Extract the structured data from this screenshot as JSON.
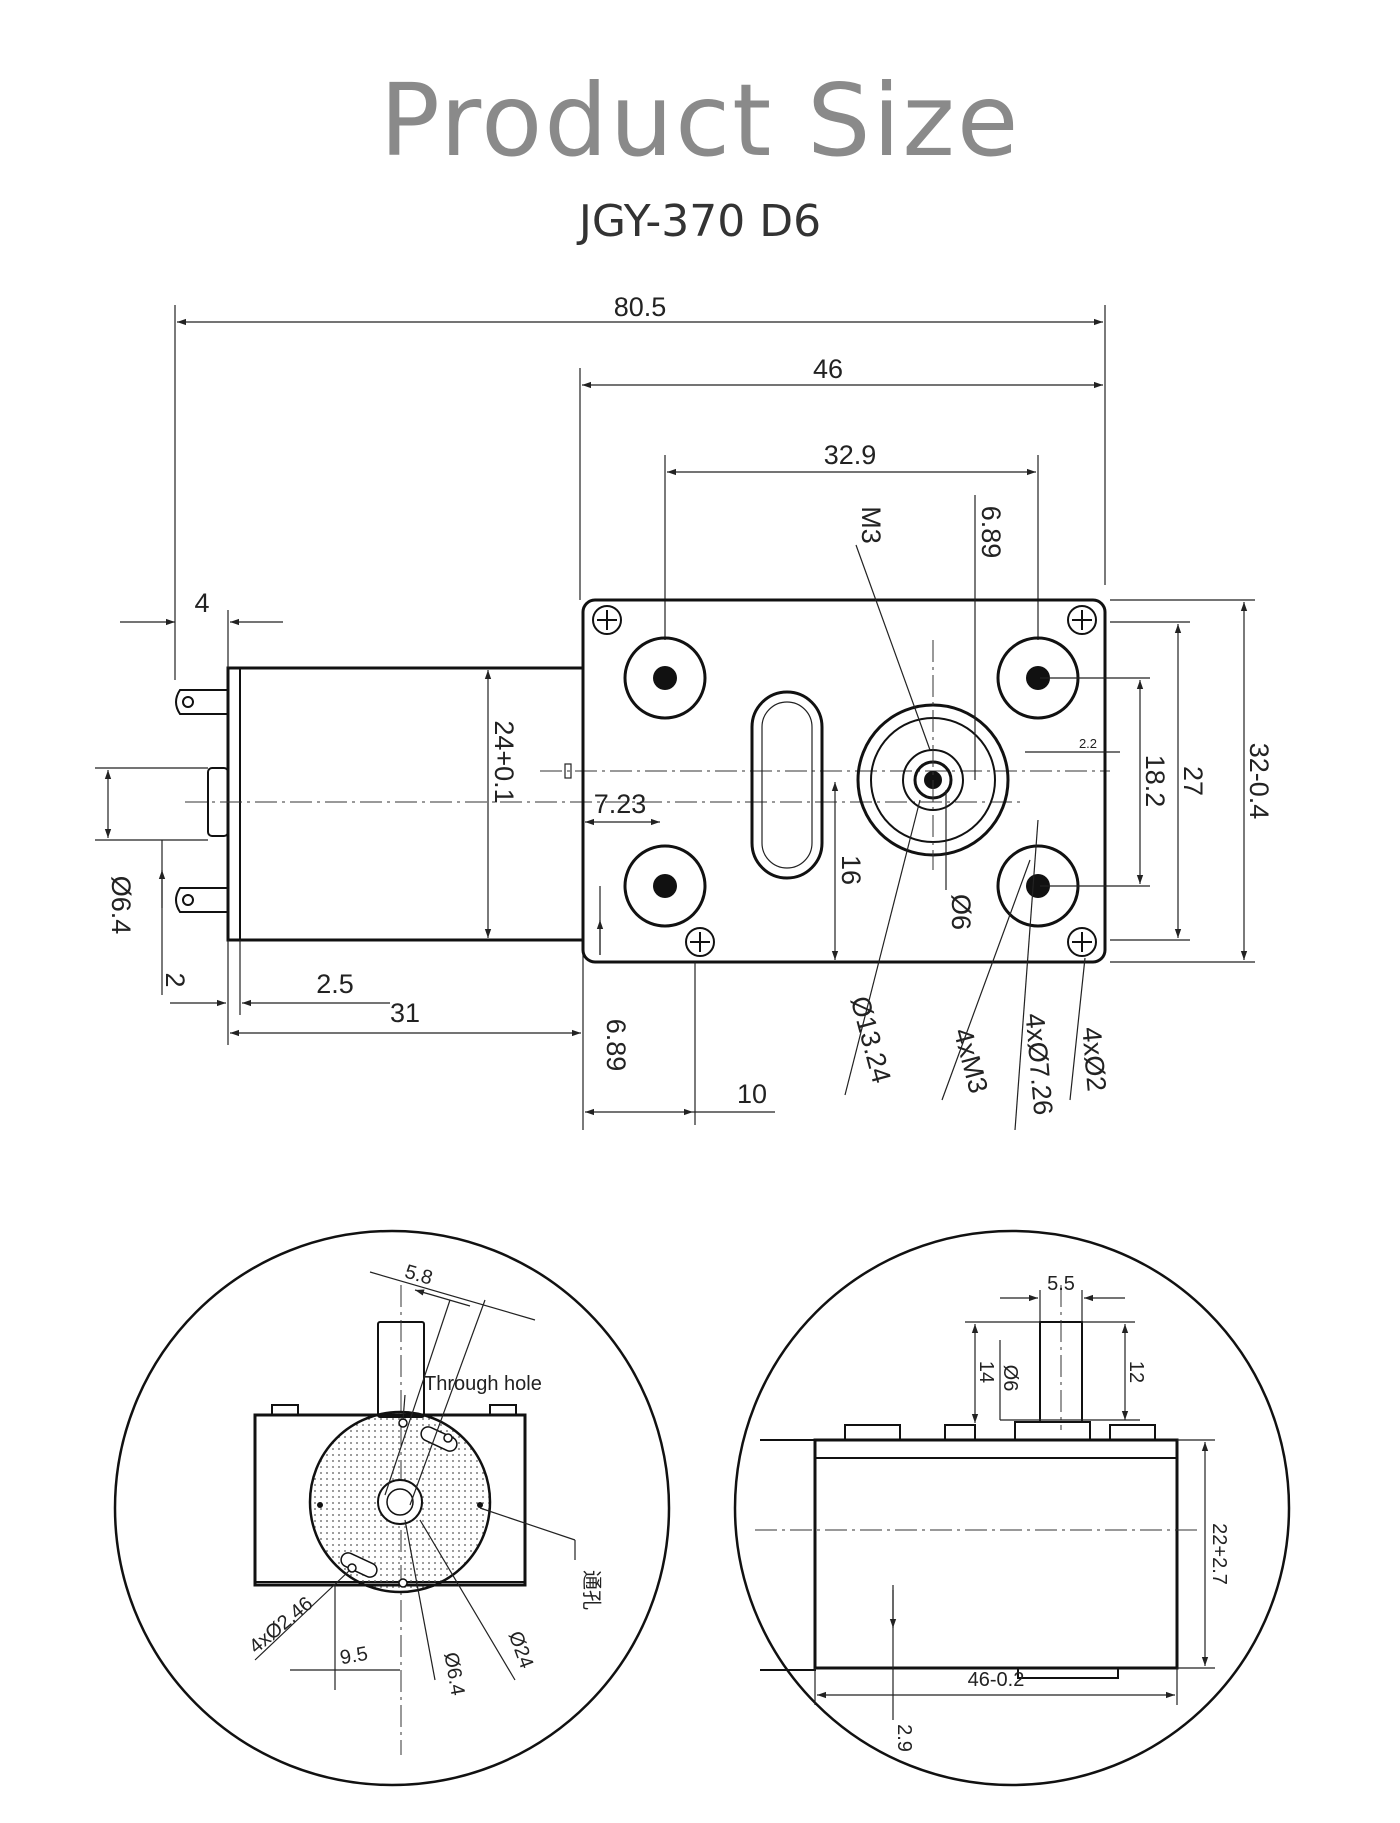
{
  "header": {
    "title": "Product Size",
    "model": "JGY-370 D6"
  },
  "top_view": {
    "overall_length": "80.5",
    "gearbox_length": "46",
    "mount_hole_spacing_x": "32.9",
    "m3_label": "M3",
    "offset_689_top": "6.89",
    "terminal_width": "4",
    "motor_diameter": "24+0.1",
    "dim_723": "7.23",
    "dim_16": "16",
    "shaft_d6_label": "Ø6",
    "dim_22": "2.2",
    "dim_182": "18.2",
    "dim_27": "27",
    "width_total": "32-0.4",
    "boss_d64": "Ø6.4",
    "dim_2": "2",
    "dim_25": "2.5",
    "motor_length": "31",
    "offset_689_bottom": "6.89",
    "dim_10": "10",
    "boss_diameter": "Ø13.24",
    "screws_4xm3": "4xM3",
    "holes_4x726": "4xØ7.26",
    "holes_4x2": "4xØ2"
  },
  "end_view": {
    "dim_58": "5.8",
    "through_hole_label": "Through hole",
    "through_hole_cn": "通孔",
    "holes_4x246": "4xØ2.46",
    "dim_95": "9.5",
    "boss_d64": "Ø6.4",
    "d24": "Ø24"
  },
  "side_view": {
    "dim_55": "5.5",
    "dim_14": "14",
    "shaft_d6": "Ø6",
    "dim_12": "12",
    "height": "22+2.7",
    "length": "46-0.2",
    "dim_29": "2.9"
  }
}
